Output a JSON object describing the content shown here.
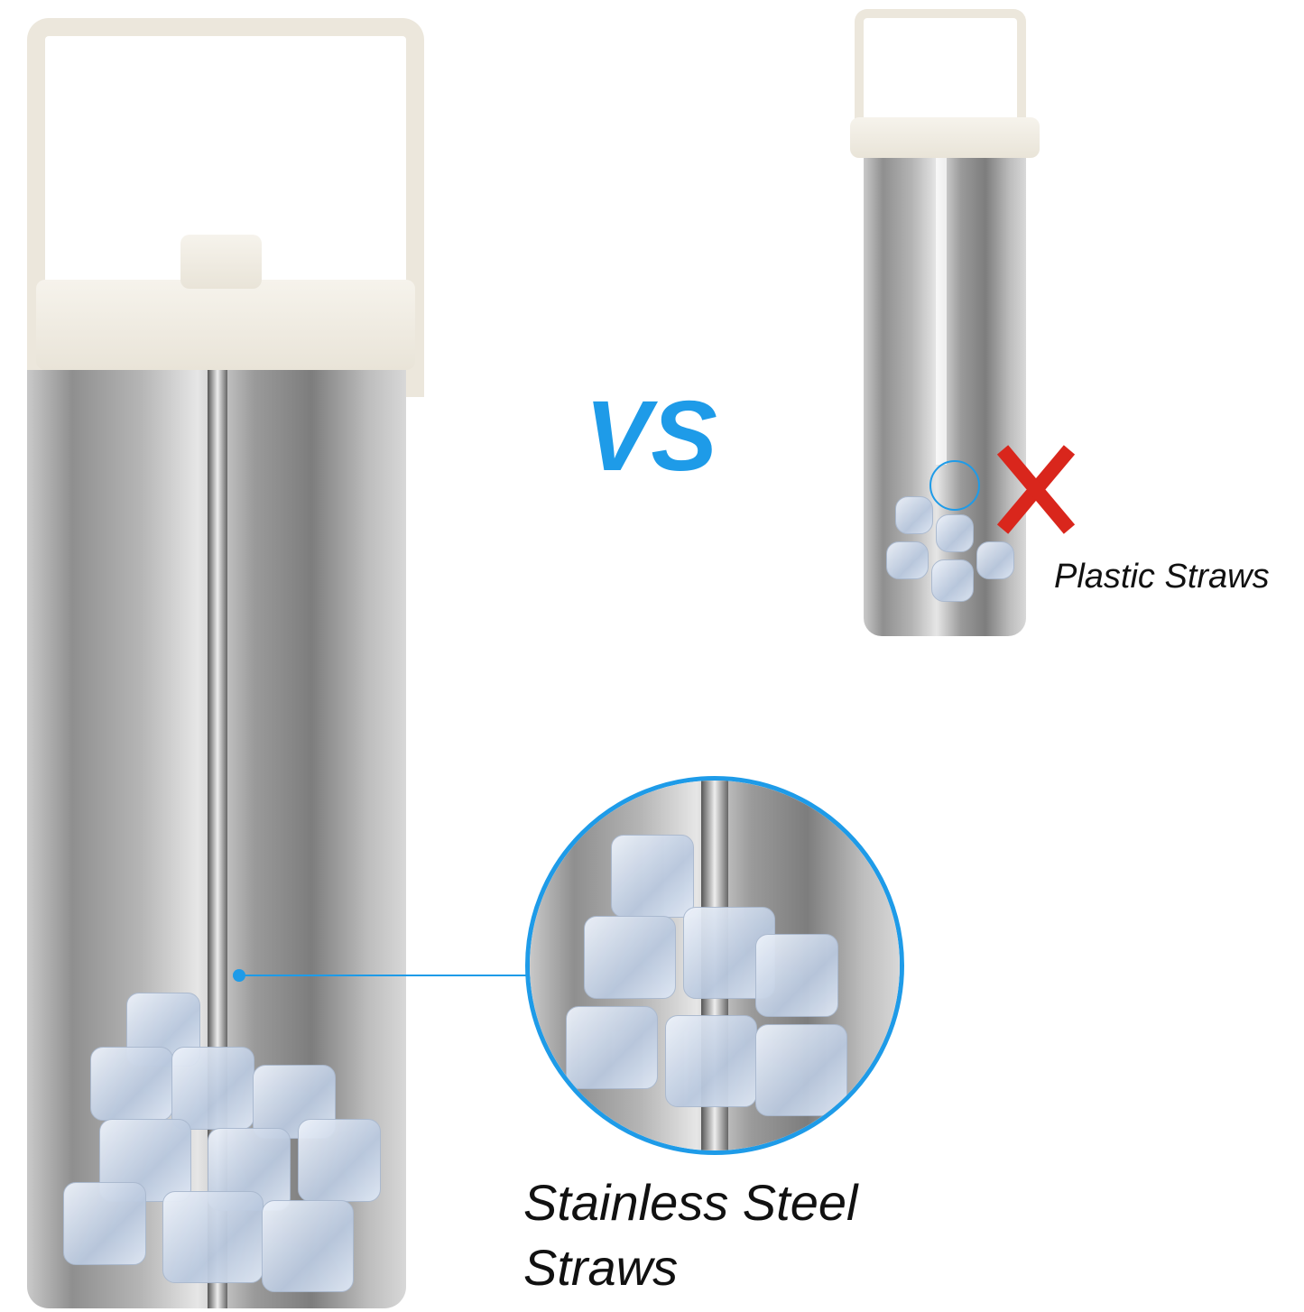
{
  "vs_label": "VS",
  "plastic_label": "Plastic Straws",
  "steel_label_line1": "Stainless Steel",
  "steel_label_line2": "Straws",
  "colors": {
    "accent_blue": "#1e9be8",
    "cross_red": "#d9261c",
    "lid": "#f1ede4"
  }
}
